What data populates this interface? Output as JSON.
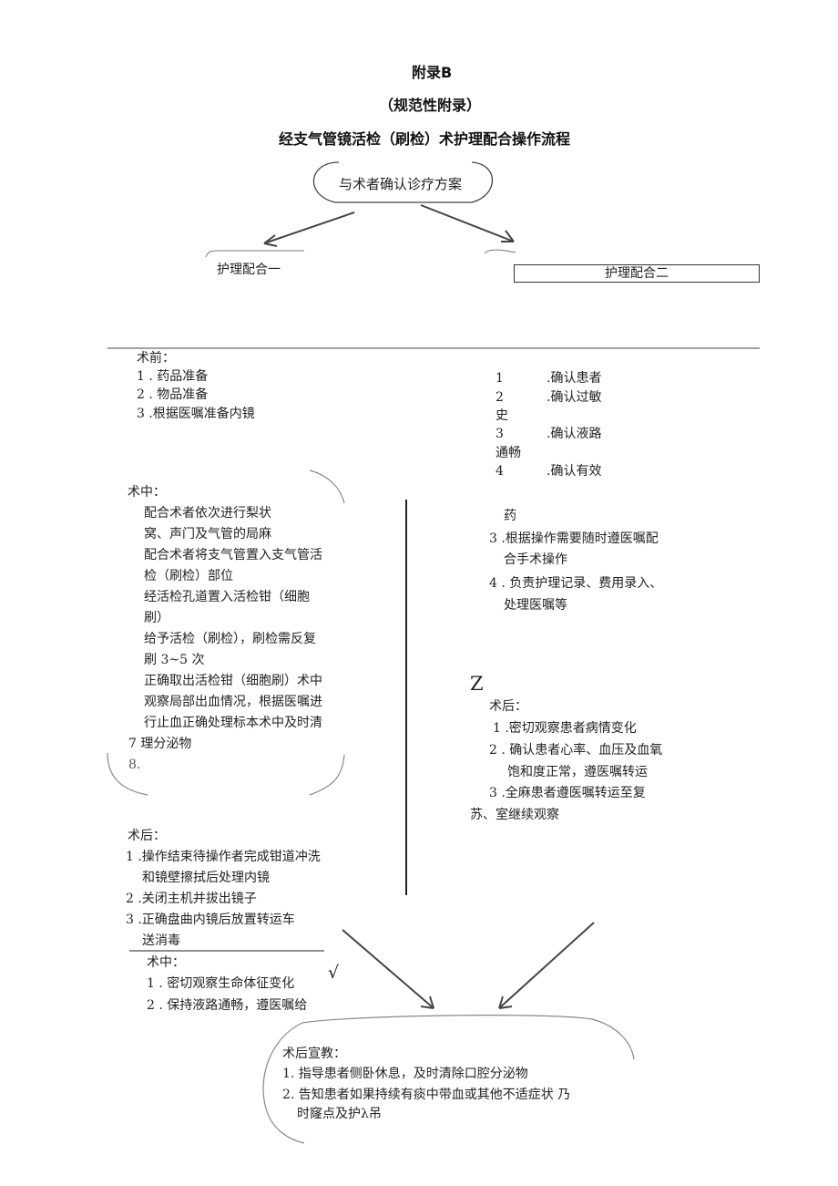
{
  "header": {
    "appendix": "附录B",
    "normative": "（规范性附录）",
    "title": "经支气管镜活检（刷检）术护理配合操作流程"
  },
  "start_node": "与术者确认诊疗方案",
  "branches": {
    "left": "护理配合一",
    "right": "护理配合二"
  },
  "left_pre": {
    "heading": "术前：",
    "items": [
      "1 . 药品准备",
      "2 . 物品准备",
      "3 .根据医嘱准备内镜"
    ]
  },
  "right_pre": {
    "rows": [
      {
        "num": "1",
        "text": ".确认患者"
      },
      {
        "num": "2",
        "text": ".确认过敏"
      },
      {
        "num": "",
        "text": "史"
      },
      {
        "num": "3",
        "text": ".确认液路"
      },
      {
        "num": "",
        "text": "通畅"
      },
      {
        "num": "4",
        "text": ".确认有效"
      }
    ]
  },
  "left_intra": {
    "heading": "术中：",
    "lines": [
      "配合术者依次进行梨状",
      "窝、声门及气管的局麻",
      "配合术者将支气管置入支气管活",
      "检（刷检）部位",
      "经活检孔道置入活检钳（细胞",
      "刷）",
      "给予活检（刷检），刷检需反复",
      "刷 3~5 次",
      "正确取出活检钳（细胞刷）术中",
      "观察局部出血情况，根据医嘱进",
      "行止血正确处理标本术中及时清",
      "7  理分泌物",
      "8."
    ]
  },
  "right_intra": {
    "lines": [
      "药",
      "3 .根据操作需要随时遵医嘱配",
      "合手术操作",
      "4 . 负责护理记录、费用录入、",
      "处理医嘱等"
    ]
  },
  "right_post": {
    "mark": "Z",
    "heading": "术后：",
    "lines": [
      "1  .密切观察患者病情变化",
      "2 . 确认患者心率、血压及血氧",
      "饱和度正常，遵医嘱转运",
      "3  .全麻患者遵医嘱转运至复",
      "苏、室继续观察"
    ]
  },
  "left_post": {
    "heading": "术后：",
    "lines": [
      "1 .操作结束待操作者完成钳道冲洗",
      "和镜壁擦拭后处理内镜",
      "2  .关闭主机并拔出镜子",
      "3  .正确盘曲内镜后放置转运车",
      "送消毒"
    ]
  },
  "intra_box": {
    "heading": "术中：",
    "lines": [
      "1 . 密切观察生命体征变化",
      "2 . 保持液路通畅，遵医嘱给"
    ],
    "check": "√"
  },
  "education": {
    "heading": "术后宣教：",
    "lines": [
      "1. 指导患者侧卧休息，及时清除口腔分泌物",
      "2. 告知患者如果持续有痰中带血或其他不适症状  乃",
      "时窿点及护λ吊"
    ]
  }
}
